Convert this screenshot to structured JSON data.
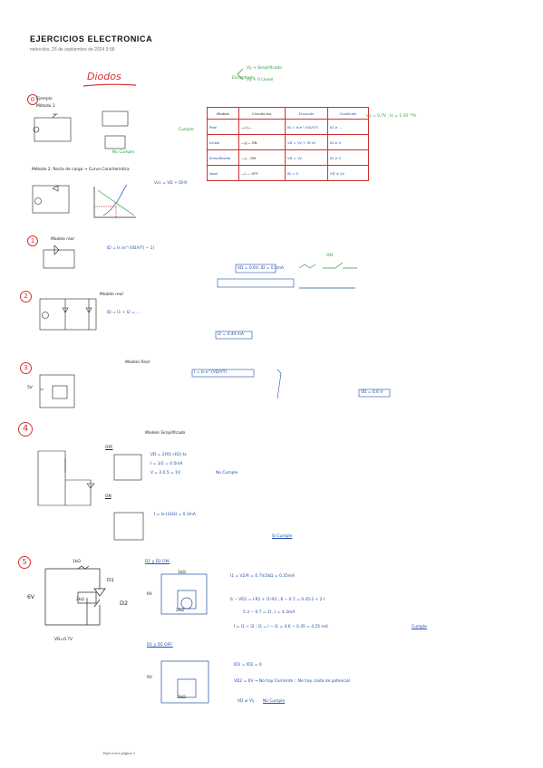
{
  "header": {
    "title": "EJERCICIOS ELECTRONICA",
    "subtitle": "miércoles, 25 de septiembre de 2024    9:58"
  },
  "footer": {
    "page_label": "Ejercicios página 1"
  },
  "colors": {
    "blue_ink": "#1f4fa8",
    "green_ink": "#2e9a3b",
    "red_ink": "#d23030",
    "black_ink": "#222222"
  },
  "notes": {
    "heading": "Diodos",
    "legend_simplified": "Vγ → Simplificado",
    "legend_real": "Vγ ≈ 0 Lineal",
    "legend_note": "Encontrado",
    "section0_label": "Ejemplo",
    "section0_sub": "Método 1",
    "method2_label": "Método 2: Recta de carga → Curva Característica",
    "method2_note": "Vcc = VD + ID·R",
    "cumple": "Cumple",
    "no_cumple": "No Cumple",
    "s1_title": "Modelo real",
    "s1_eq": "ID = Is (e^(VD/VT) − 1)",
    "s1_result": "VD = 0.6V, ID = 0.5mA",
    "s2_title": "Modelo real",
    "s2_eq": "ID = I1 + I2 = ...",
    "s2_result": "I2 = 4.44 mA",
    "s3_title": "Modelo Real",
    "s3_eq": "I = Is·e^(VD/VT)",
    "s3_result": "VD = 0.6 V",
    "s4_title": "Modelo Simplificado",
    "s4_off": "OFF",
    "s4_on": "ON",
    "s4_eq1": "VD = 2(R1+R2)·Ix",
    "s4_eq2": "I = 3/2 = 0.5mA",
    "s4_eq3": "V = 2·0.5 = 1V",
    "s4_on_eq": "I = Ix·(2kΩ) = 0.3mA",
    "s4_result": "Si Cumple",
    "s5_title": "D1 y D2 ON:",
    "s5_eq1": "I1 = V2/R = 0.7V/2kΩ = 0.35mA",
    "s5_eq2": "6 − VD1 = I·R1 + I1·R2 ; 6 − 0.7 = 0.35·2 + 2·I",
    "s5_eq3": "5.3 − 0.7 = 2I ,  I = 4.3mA",
    "s5_eq4": "I = I1 + I2 ; I2 = I − I1 = 4.6 − 0.35 = 4.25 mA",
    "s5_off_title": "D1 y D2 OFF:",
    "s5_off_eq1": "ID1 = ID2 = 0",
    "s5_off_eq2": "VD2 = 6V → No hay Corriente ∴ No hay caída de potencial",
    "s5_off_eq3": "VD ≠ Vγ",
    "src_6v": "6V",
    "src_5v": "5V",
    "res_1k": "1kΩ",
    "res_2k": "2kΩ",
    "d1": "D1",
    "d2": "D2",
    "vd_zero": "VD=0.7V",
    "on_label": "ON",
    "off_label": "OFF",
    "table_heads": [
      "Modelo",
      "Circuito eq.",
      "Ecuación",
      "Condición"
    ],
    "table_rows": [
      [
        "Real",
        "—▷|—",
        "ID = Is·e^(VD/VT)",
        "ID ≥ ..."
      ],
      [
        "Lineal",
        "—|(—  ON",
        "VD = Vγ + ID·rd",
        "ID ≥ 0"
      ],
      [
        "Simplificado",
        "—|—   ON",
        "VD = Vγ",
        "ID ≥ 0"
      ],
      [
        "Ideal",
        "—/ —  OFF",
        "ID = 0",
        "VD ≤ Vγ"
      ]
    ],
    "table_side": "Vγ = 0.7V , Is = 1·10⁻¹⁴A",
    "circle_nums": [
      "0",
      "1",
      "2",
      "3",
      "4",
      "5"
    ]
  }
}
